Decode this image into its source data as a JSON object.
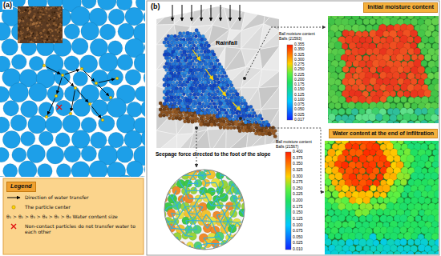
{
  "diagram": {
    "nodes": [
      {
        "text": [
          "Legend"
        ]
      },
      {
        "text": [
          "Initial moisture content"
        ]
      },
      {
        "text": [
          "Water content at the end of infiltration"
        ]
      }
    ],
    "labels": [
      "(a)",
      "(b)",
      "Rainfall",
      "Ball moisture content",
      "Balls (21593)",
      "0.355",
      "0.350",
      "0.325",
      "0.300",
      "0.275",
      "0.250",
      "0.225",
      "0.200",
      "0.175",
      "0.150",
      "0.125",
      "0.100",
      "0.075",
      "0.050",
      "0.025",
      "0.017",
      "Seepage force directed to the foot of the slope",
      "Ball moisture content",
      "Balls (21567)",
      "0.400",
      "0.375",
      "0.350",
      "0.325",
      "0.300",
      "0.275",
      "0.250",
      "0.225",
      "0.200",
      "0.175",
      "0.150",
      "0.125",
      "0.100",
      "0.075",
      "0.050",
      "0.025",
      "0.010"
    ],
    "legend": [
      {
        "text": "Direction of water transfer"
      },
      {
        "text": "The particle center"
      },
      {
        "text": "θ₁ > θ₂ > θ₃ > θ₄ > θ₅ > θ₆ Water content size"
      },
      {
        "text": "Non-contact particles do not transfer water to each other"
      }
    ]
  }
}
